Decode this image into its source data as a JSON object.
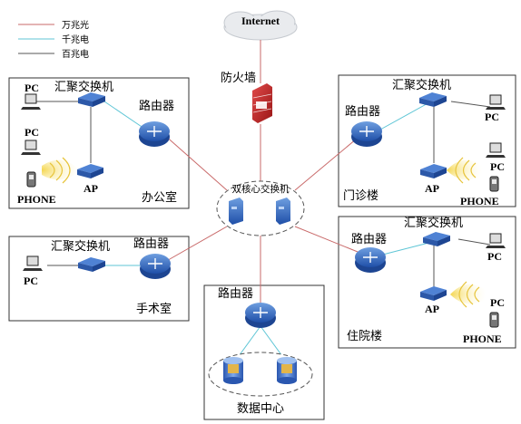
{
  "legend": {
    "items": [
      {
        "label": "万兆光",
        "color": "#c96a6a"
      },
      {
        "label": "千兆电",
        "color": "#5fc6d6"
      },
      {
        "label": "百兆电",
        "color": "#555555"
      }
    ]
  },
  "internet": {
    "label": "Internet"
  },
  "firewall": {
    "label": "防火墙"
  },
  "core": {
    "label": "双核心交换机"
  },
  "office": {
    "title": "办公室",
    "router": "路由器",
    "switch": "汇聚交换机",
    "pc1": "PC",
    "pc2": "PC",
    "phone": "PHONE",
    "ap": "AP"
  },
  "clinic": {
    "title": "门诊楼",
    "router": "路由器",
    "switch": "汇聚交换机",
    "pc1": "PC",
    "pc2": "PC",
    "phone": "PHONE",
    "ap": "AP"
  },
  "surgery": {
    "title": "手术室",
    "router": "路由器",
    "switch": "汇聚交换机",
    "pc1": "PC"
  },
  "inpatient": {
    "title": "住院楼",
    "router": "路由器",
    "switch": "汇聚交换机",
    "pc1": "PC",
    "pc2": "PC",
    "phone": "PHONE",
    "ap": "AP"
  },
  "datacenter": {
    "title": "数据中心",
    "router": "路由器"
  }
}
